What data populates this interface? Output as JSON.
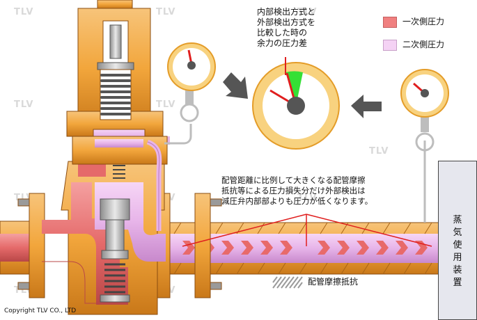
{
  "colors": {
    "orange": "#f2a63c",
    "orange_dark": "#b9651a",
    "pink": "#e7b4e9",
    "red": "#e56a6a",
    "gauge": "#f8d27f",
    "green": "#35e035",
    "arrow_gray": "#555555",
    "equipment": "#e6e7ee"
  },
  "legend": [
    {
      "label": "一次側圧力",
      "color": "#f08080"
    },
    {
      "label": "二次側圧力",
      "color": "#f4d2f4"
    }
  ],
  "annotations": {
    "pressure_margin": "内部検出方式と\n外部検出方式を\n比較した時の\n余力の圧力差",
    "friction_note": "配管距離に比例して大きくなる配管摩擦\n抵抗等による圧力損失分だけ外部検出は\n減圧弁内部部よりも圧力が低くなります。",
    "friction_label": "配管摩擦抵抗"
  },
  "equipment": {
    "label": "蒸\n気\n使\n用\n装\n置"
  },
  "watermark": "TLV",
  "copyright": "Copyright TLV CO., LTD",
  "icons": {
    "gauge": "pressure-gauge-icon",
    "arrow": "gray-arrow-icon",
    "flow": "flow-chevron-icon"
  }
}
